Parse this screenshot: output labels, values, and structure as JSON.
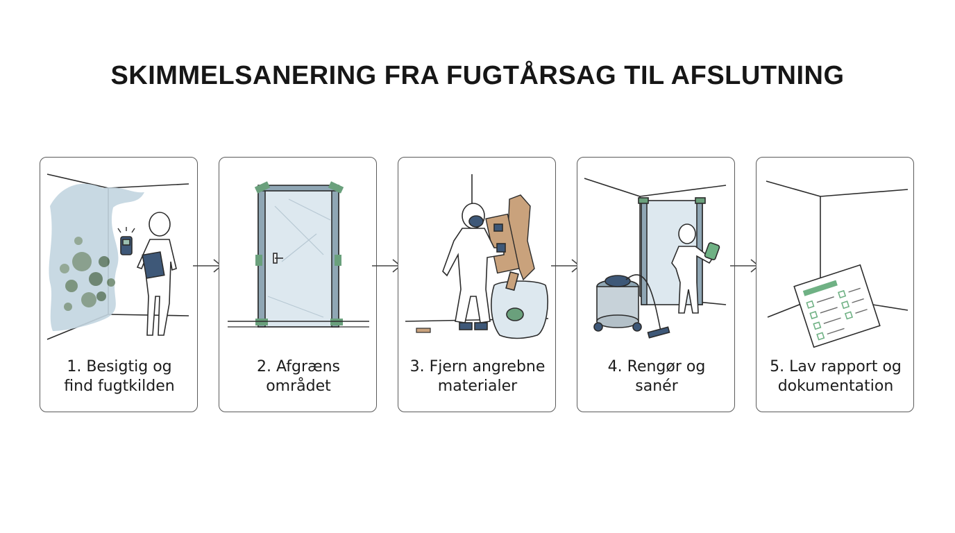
{
  "title": "SKIMMELSANERING FRA FUGTÅRSAG TIL AFSLUTNING",
  "steps": [
    {
      "line1": "1. Besigtig og",
      "line2": "find fugtkilden"
    },
    {
      "line1": "2. Afgræns",
      "line2": "området"
    },
    {
      "line1": "3. Fjern angrebne",
      "line2": "materialer"
    },
    {
      "line1": "4. Rengør og",
      "line2": "sanér"
    },
    {
      "line1": "5. Lav rapport og",
      "line2": "dokumentation"
    }
  ],
  "colors": {
    "mold": "#6f8a72",
    "mold_stain": "#b9cdd8",
    "plastic": "#dde8ef",
    "tape": "#6aa07c",
    "frame": "#8fa6b4",
    "gear": "#3e5878",
    "wood": "#c9a27c",
    "report_green": "#6fb184"
  }
}
